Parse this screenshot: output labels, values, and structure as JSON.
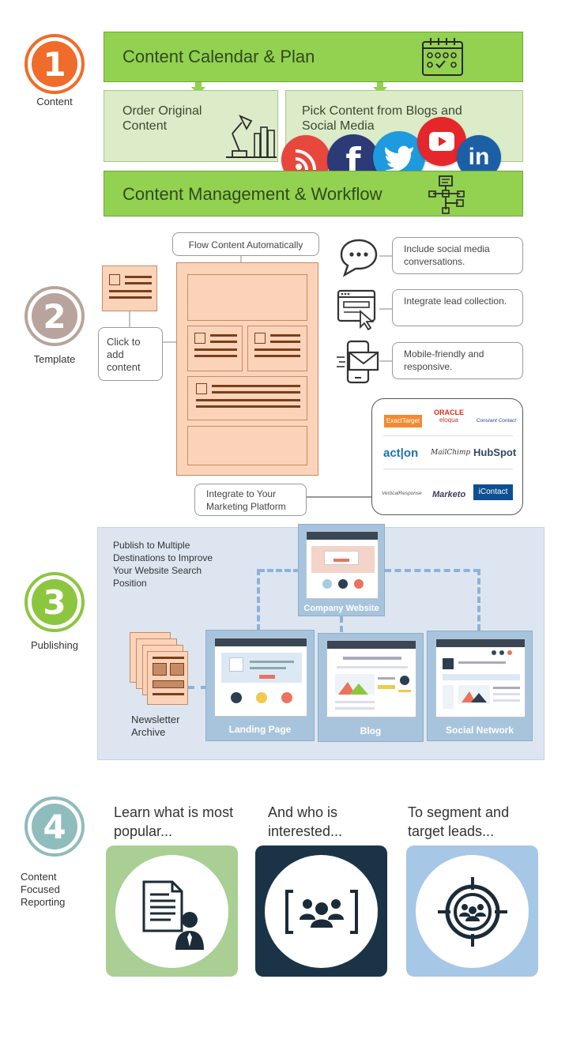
{
  "steps": [
    {
      "number": "1",
      "label": "Content",
      "color": "#ef6c2a",
      "ring": "#ef6c2a"
    },
    {
      "number": "2",
      "label": "Template",
      "color": "#b8a49c",
      "ring": "#b8a49c"
    },
    {
      "number": "3",
      "label": "Publishing",
      "color": "#8cc63f",
      "ring": "#8cc63f"
    },
    {
      "number": "4",
      "label": "Content Focused Reporting",
      "color": "#8fbcbc",
      "ring": "#8fbcbc"
    }
  ],
  "content": {
    "calendar": "Content Calendar & Plan",
    "order": "Order Original Content",
    "pick": "Pick Content from Blogs and Social Media",
    "management": "Content Management & Workflow",
    "social": [
      "RSS",
      "f",
      "Twitter",
      "YouTube",
      "in"
    ]
  },
  "template": {
    "flow": "Flow Content Automatically",
    "click": "Click to add content",
    "social_conv": "Include social media conversations.",
    "lead": "Integrate lead collection.",
    "mobile": "Mobile-friendly and responsive.",
    "integrate": "Integrate to Your Marketing Platform",
    "logos": {
      "exacttarget": "ExactTarget",
      "oracle": "ORACLE",
      "eloqua": "eloqua",
      "constant": "Constant Contact",
      "acton": "act|on",
      "mailchimp": "MailChimp",
      "hubspot": "HubSpot",
      "vertical": "VerticalResponse",
      "marketo": "Marketo",
      "icontact": "iContact"
    }
  },
  "publishing": {
    "intro": "Publish to Multiple Destinations to Improve Your Website Search Position",
    "company": "Company Website",
    "landing": "Landing Page",
    "blog": "Blog",
    "social": "Social Network",
    "archive": "Newsletter Archive"
  },
  "reporting": [
    {
      "text": "Learn what is most popular...",
      "bg": "#a9cf94"
    },
    {
      "text": "And who is interested...",
      "bg": "#1b3346"
    },
    {
      "text": "To segment and target leads...",
      "bg": "#a7c7e6"
    }
  ]
}
